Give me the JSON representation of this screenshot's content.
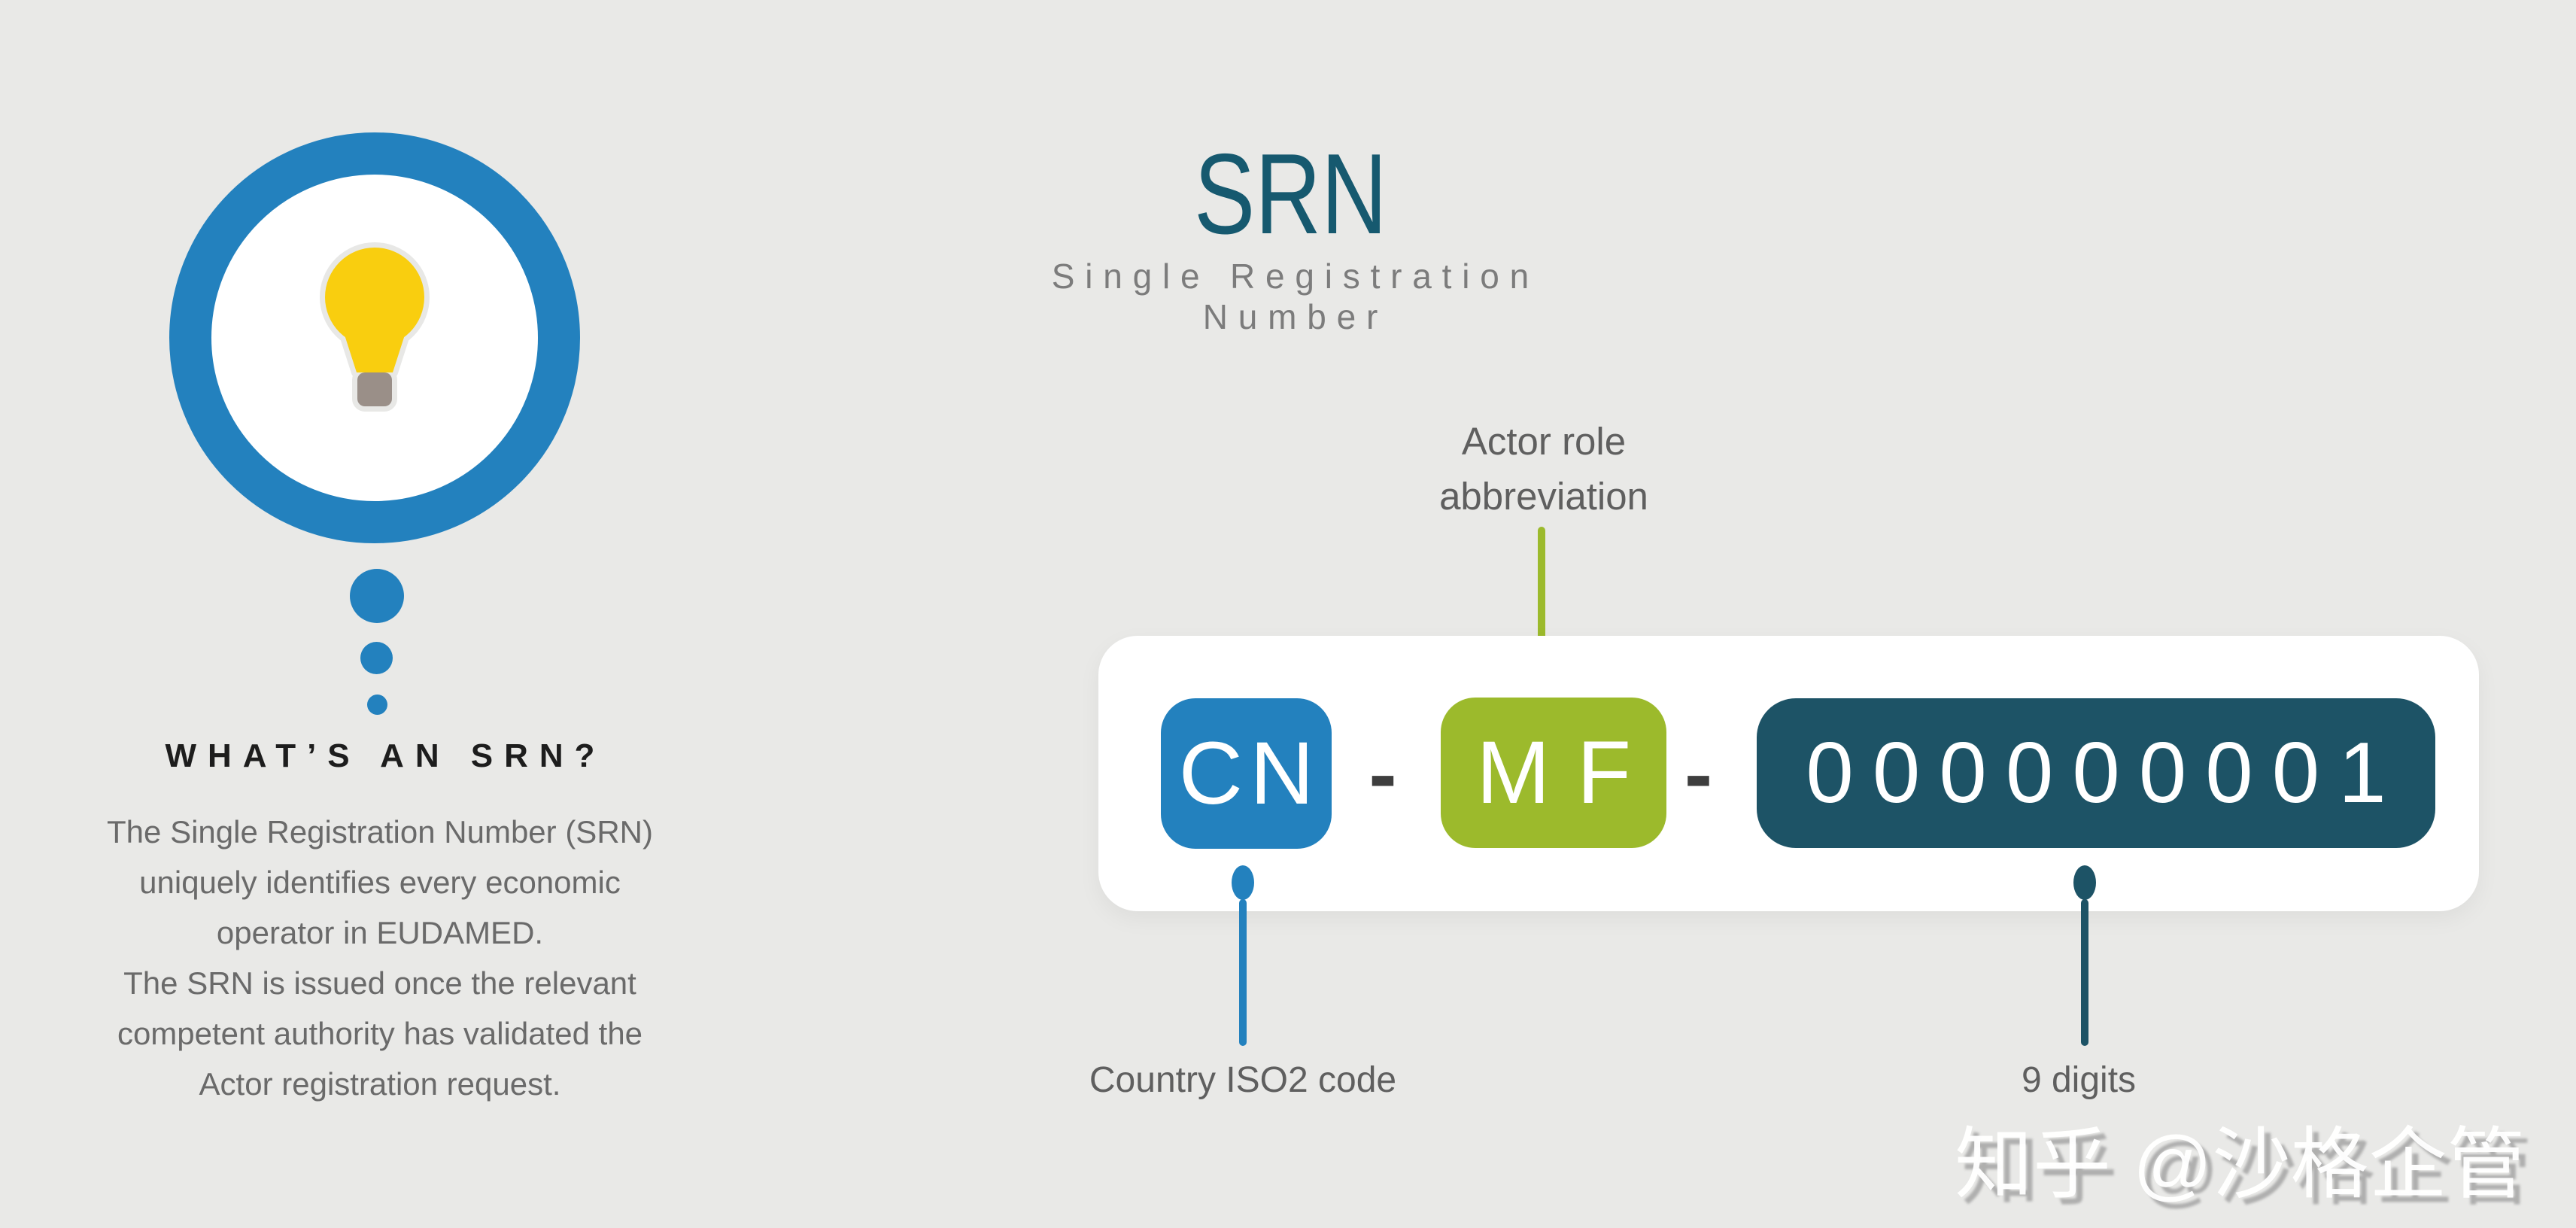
{
  "page": {
    "background_color": "#E9E9E7",
    "watermark_text": "知乎 @沙格企管"
  },
  "about": {
    "heading": "WHAT’S AN SRN?",
    "lines": [
      "The Single Registration Number (SRN)",
      "uniquely identifies every economic",
      "operator in EUDAMED.",
      "The SRN is issued once the relevant",
      "competent authority has validated the",
      "Actor registration request."
    ]
  },
  "header": {
    "title": "SRN",
    "subtitle": "Single Registration Number"
  },
  "format": {
    "separator": "-",
    "country": {
      "code": "CN",
      "label": "Country ISO2 code",
      "color": "#2381BE"
    },
    "actor": {
      "code": "MF",
      "label_line1": "Actor role",
      "label_line2": "abbreviation",
      "color": "#9CBA2C"
    },
    "number": {
      "code": "000000001",
      "label": "9 digits",
      "color": "#1D5366"
    }
  },
  "icon": {
    "lightbulb": {
      "bulb_color": "#F9CE0F",
      "base_color": "#9A8F88",
      "outline_color": "#E8E8E6",
      "ring_color": "#2381BE"
    }
  }
}
